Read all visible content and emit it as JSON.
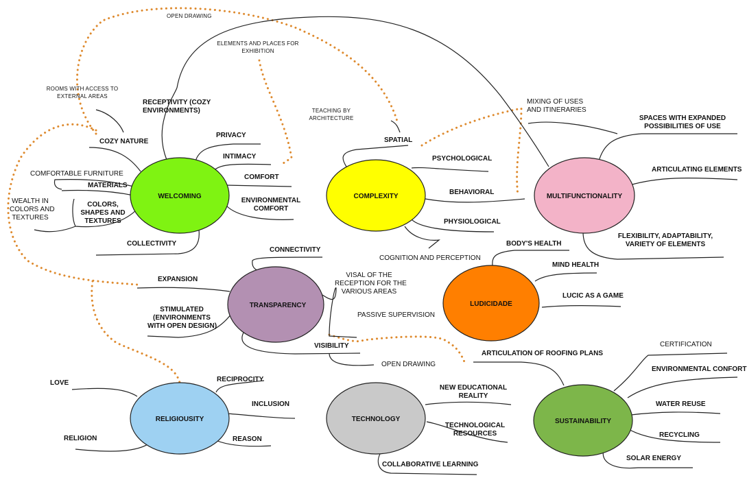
{
  "nodes": {
    "welcoming": {
      "label": "WELCOMING",
      "color": "#7ff312"
    },
    "complexity": {
      "label": "COMPLEXITY",
      "color": "#ffff00"
    },
    "multifunctionality": {
      "label": "MULTIFUNCTIONALITY",
      "color": "#f3b3c8"
    },
    "transparency": {
      "label": "TRANSPARENCY",
      "color": "#b390b2"
    },
    "ludicidade": {
      "label": "LUDICIDADE",
      "color": "#ff7f00"
    },
    "religiousity": {
      "label": "RELIGIOUSITY",
      "color": "#9ed1f2"
    },
    "technology": {
      "label": "TECHNOLOGY",
      "color": "#c9c9c9"
    },
    "sustainability": {
      "label": "SUSTAINABILITY",
      "color": "#7db64a"
    }
  },
  "annotations": {
    "open_drawing_top": "OPEN DRAWING",
    "elements_places_1": "ELEMENTS AND PLACES FOR",
    "elements_places_2": "EXHIBITION",
    "rooms_access_1": "ROOMS WITH ACCESS TO",
    "rooms_access_2": "EXTERNAL AREAS",
    "teaching_1": "TEACHING BY",
    "teaching_2": "ARCHITECTURE"
  },
  "welcoming_branches": {
    "receptivity_1": "RECEPTIVITY (COZY",
    "receptivity_2": "ENVIRONMENTS)",
    "cozy_nature": "COZY NATURE",
    "privacy": "PRIVACY",
    "intimacy": "INTIMACY",
    "comfort": "COMFORT",
    "env_comfort_1": "ENVIRONMENTAL",
    "env_comfort_2": "COMFORT",
    "comfortable_furniture": "COMFORTABLE FURNITURE",
    "materials": "MATERIALS",
    "colors_1": "COLORS,",
    "colors_2": "SHAPES AND",
    "colors_3": "TEXTURES",
    "wealth_1": "WEALTH IN",
    "wealth_2": "COLORS AND",
    "wealth_3": "TEXTURES",
    "collectivity": "COLLECTIVITY"
  },
  "complexity_branches": {
    "spatial": "SPATIAL",
    "psychological": "PSYCHOLOGICAL",
    "behavioral": "BEHAVIORAL",
    "physiological": "PHYSIOLOGICAL",
    "cognition": "COGNITION AND PERCEPTION"
  },
  "multi_branches": {
    "mixing_1": "MIXING OF USES",
    "mixing_2": "AND ITINERARIES",
    "expanded_1": "SPACES WITH EXPANDED",
    "expanded_2": "POSSIBILITIES OF USE",
    "articulating": "ARTICULATING ELEMENTS",
    "flex_1": "FLEXIBILITY, ADAPTABILITY,",
    "flex_2": "VARIETY OF ELEMENTS"
  },
  "transparency_branches": {
    "connectivity": "CONNECTIVITY",
    "expansion": "EXPANSION",
    "stimulated_1": "STIMULATED",
    "stimulated_2": "(ENVIRONMENTS",
    "stimulated_3": "WITH OPEN DESIGN)",
    "visual_1": "VISAL OF THE",
    "visual_2": "RECEPTION FOR THE",
    "visual_3": "VARIOUS AREAS",
    "passive": "PASSIVE SUPERVISION",
    "visibility": "VISIBILITY",
    "open_drawing": "OPEN DRAWING"
  },
  "ludicidade_branches": {
    "body": "BODY'S HEALTH",
    "mind": "MIND HEALTH",
    "lucic": "LUCIC AS A GAME"
  },
  "religiousity_branches": {
    "love": "LOVE",
    "reciprocity": "RECIPROCITY",
    "inclusion": "INCLUSION",
    "religion": "RELIGION",
    "reason": "REASON"
  },
  "technology_branches": {
    "new_edu_1": "NEW EDUCATIONAL",
    "new_edu_2": "REALITY",
    "tech_res_1": "TECHNOLOGICAL",
    "tech_res_2": "RESOURCES",
    "collab": "COLLABORATIVE LEARNING"
  },
  "sustainability_branches": {
    "roofing": "ARTICULATION OF ROOFING PLANS",
    "certification": "CERTIFICATION",
    "env_comfort": "ENVIRONMENTAL CONFORT",
    "water": "WATER REUSE",
    "recycling": "RECYCLING",
    "solar": "SOLAR ENERGY"
  }
}
